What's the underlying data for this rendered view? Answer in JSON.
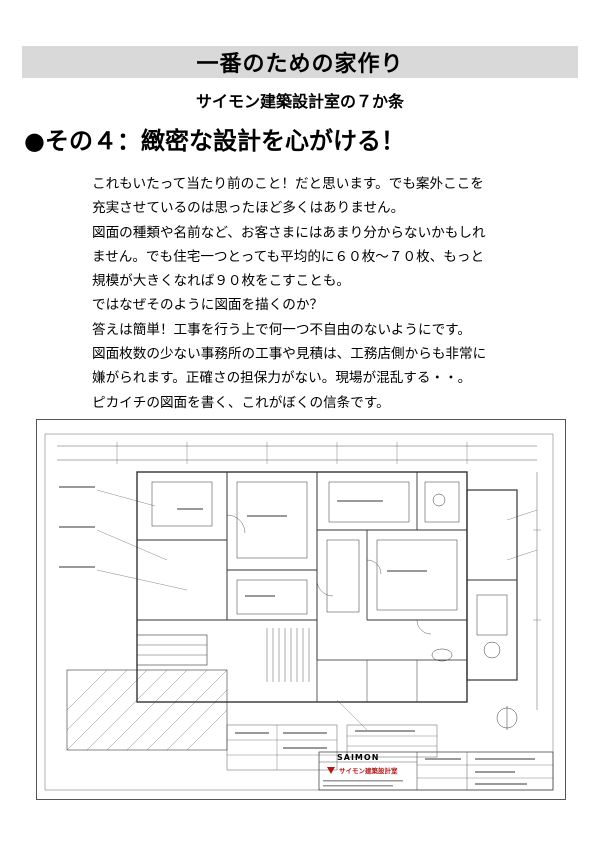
{
  "header": {
    "title": "一番のための家作り",
    "subtitle": "サイモン建築設計室の７か条"
  },
  "section": {
    "heading": "●その４：緻密な設計を心がける！"
  },
  "body": {
    "lines": [
      "これもいたって当たり前のこと！だと思います。でも案外ここを",
      "充実させているのは思ったほど多くはありません。",
      "図面の種類や名前など、お客さまにはあまり分からないかもしれ",
      "ません。でも住宅一つとっても平均的に６０枚～７０枚、もっと",
      "規模が大きくなれば９０枚をこすことも。",
      "ではなぜそのように図面を描くのか？",
      "答えは簡単！工事を行う上で何一つ不自由のないようにです。",
      "図面枚数の少ない事務所の工事や見積は、工務店側からも非常に",
      "嫌がられます。正確さの担保力がない。現場が混乱する・・。",
      "ピカイチの図面を書く、これがぼくの信条です。"
    ]
  },
  "drawing": {
    "brand": "SAIMON",
    "firm": "サイモン建築設計室"
  }
}
